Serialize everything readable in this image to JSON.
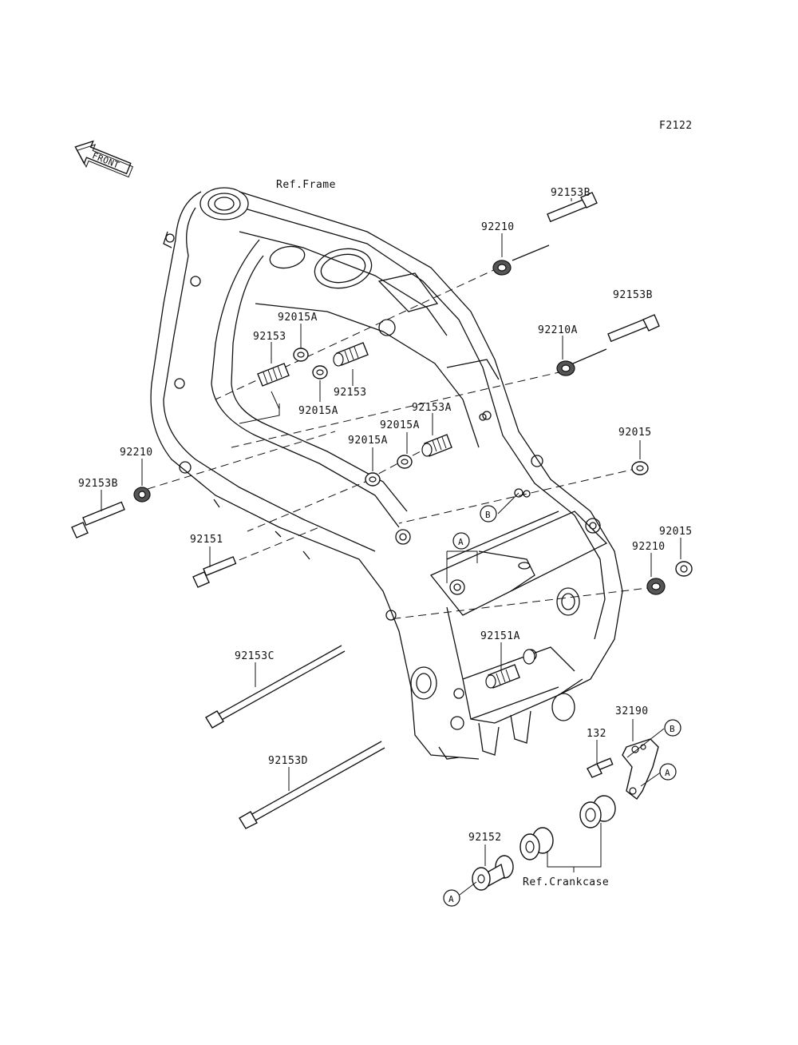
{
  "diagram_code": "F2122",
  "front_label": "FRONT",
  "ref_frame": "Ref.Frame",
  "ref_crankcase": "Ref.Crankcase",
  "callouts": {
    "a": "A",
    "b": "B"
  },
  "parts": [
    {
      "code": "92153B"
    },
    {
      "code": "92210"
    },
    {
      "code": "92153B"
    },
    {
      "code": "92210A"
    },
    {
      "code": "92015A"
    },
    {
      "code": "92153"
    },
    {
      "code": "92153"
    },
    {
      "code": "92015A"
    },
    {
      "code": "92153A"
    },
    {
      "code": "92015A"
    },
    {
      "code": "92015A"
    },
    {
      "code": "92015"
    },
    {
      "code": "92210"
    },
    {
      "code": "92153B"
    },
    {
      "code": "92151"
    },
    {
      "code": "92015"
    },
    {
      "code": "92210"
    },
    {
      "code": "92151A"
    },
    {
      "code": "92153C"
    },
    {
      "code": "32190"
    },
    {
      "code": "132"
    },
    {
      "code": "92153D"
    },
    {
      "code": "92152"
    }
  ]
}
